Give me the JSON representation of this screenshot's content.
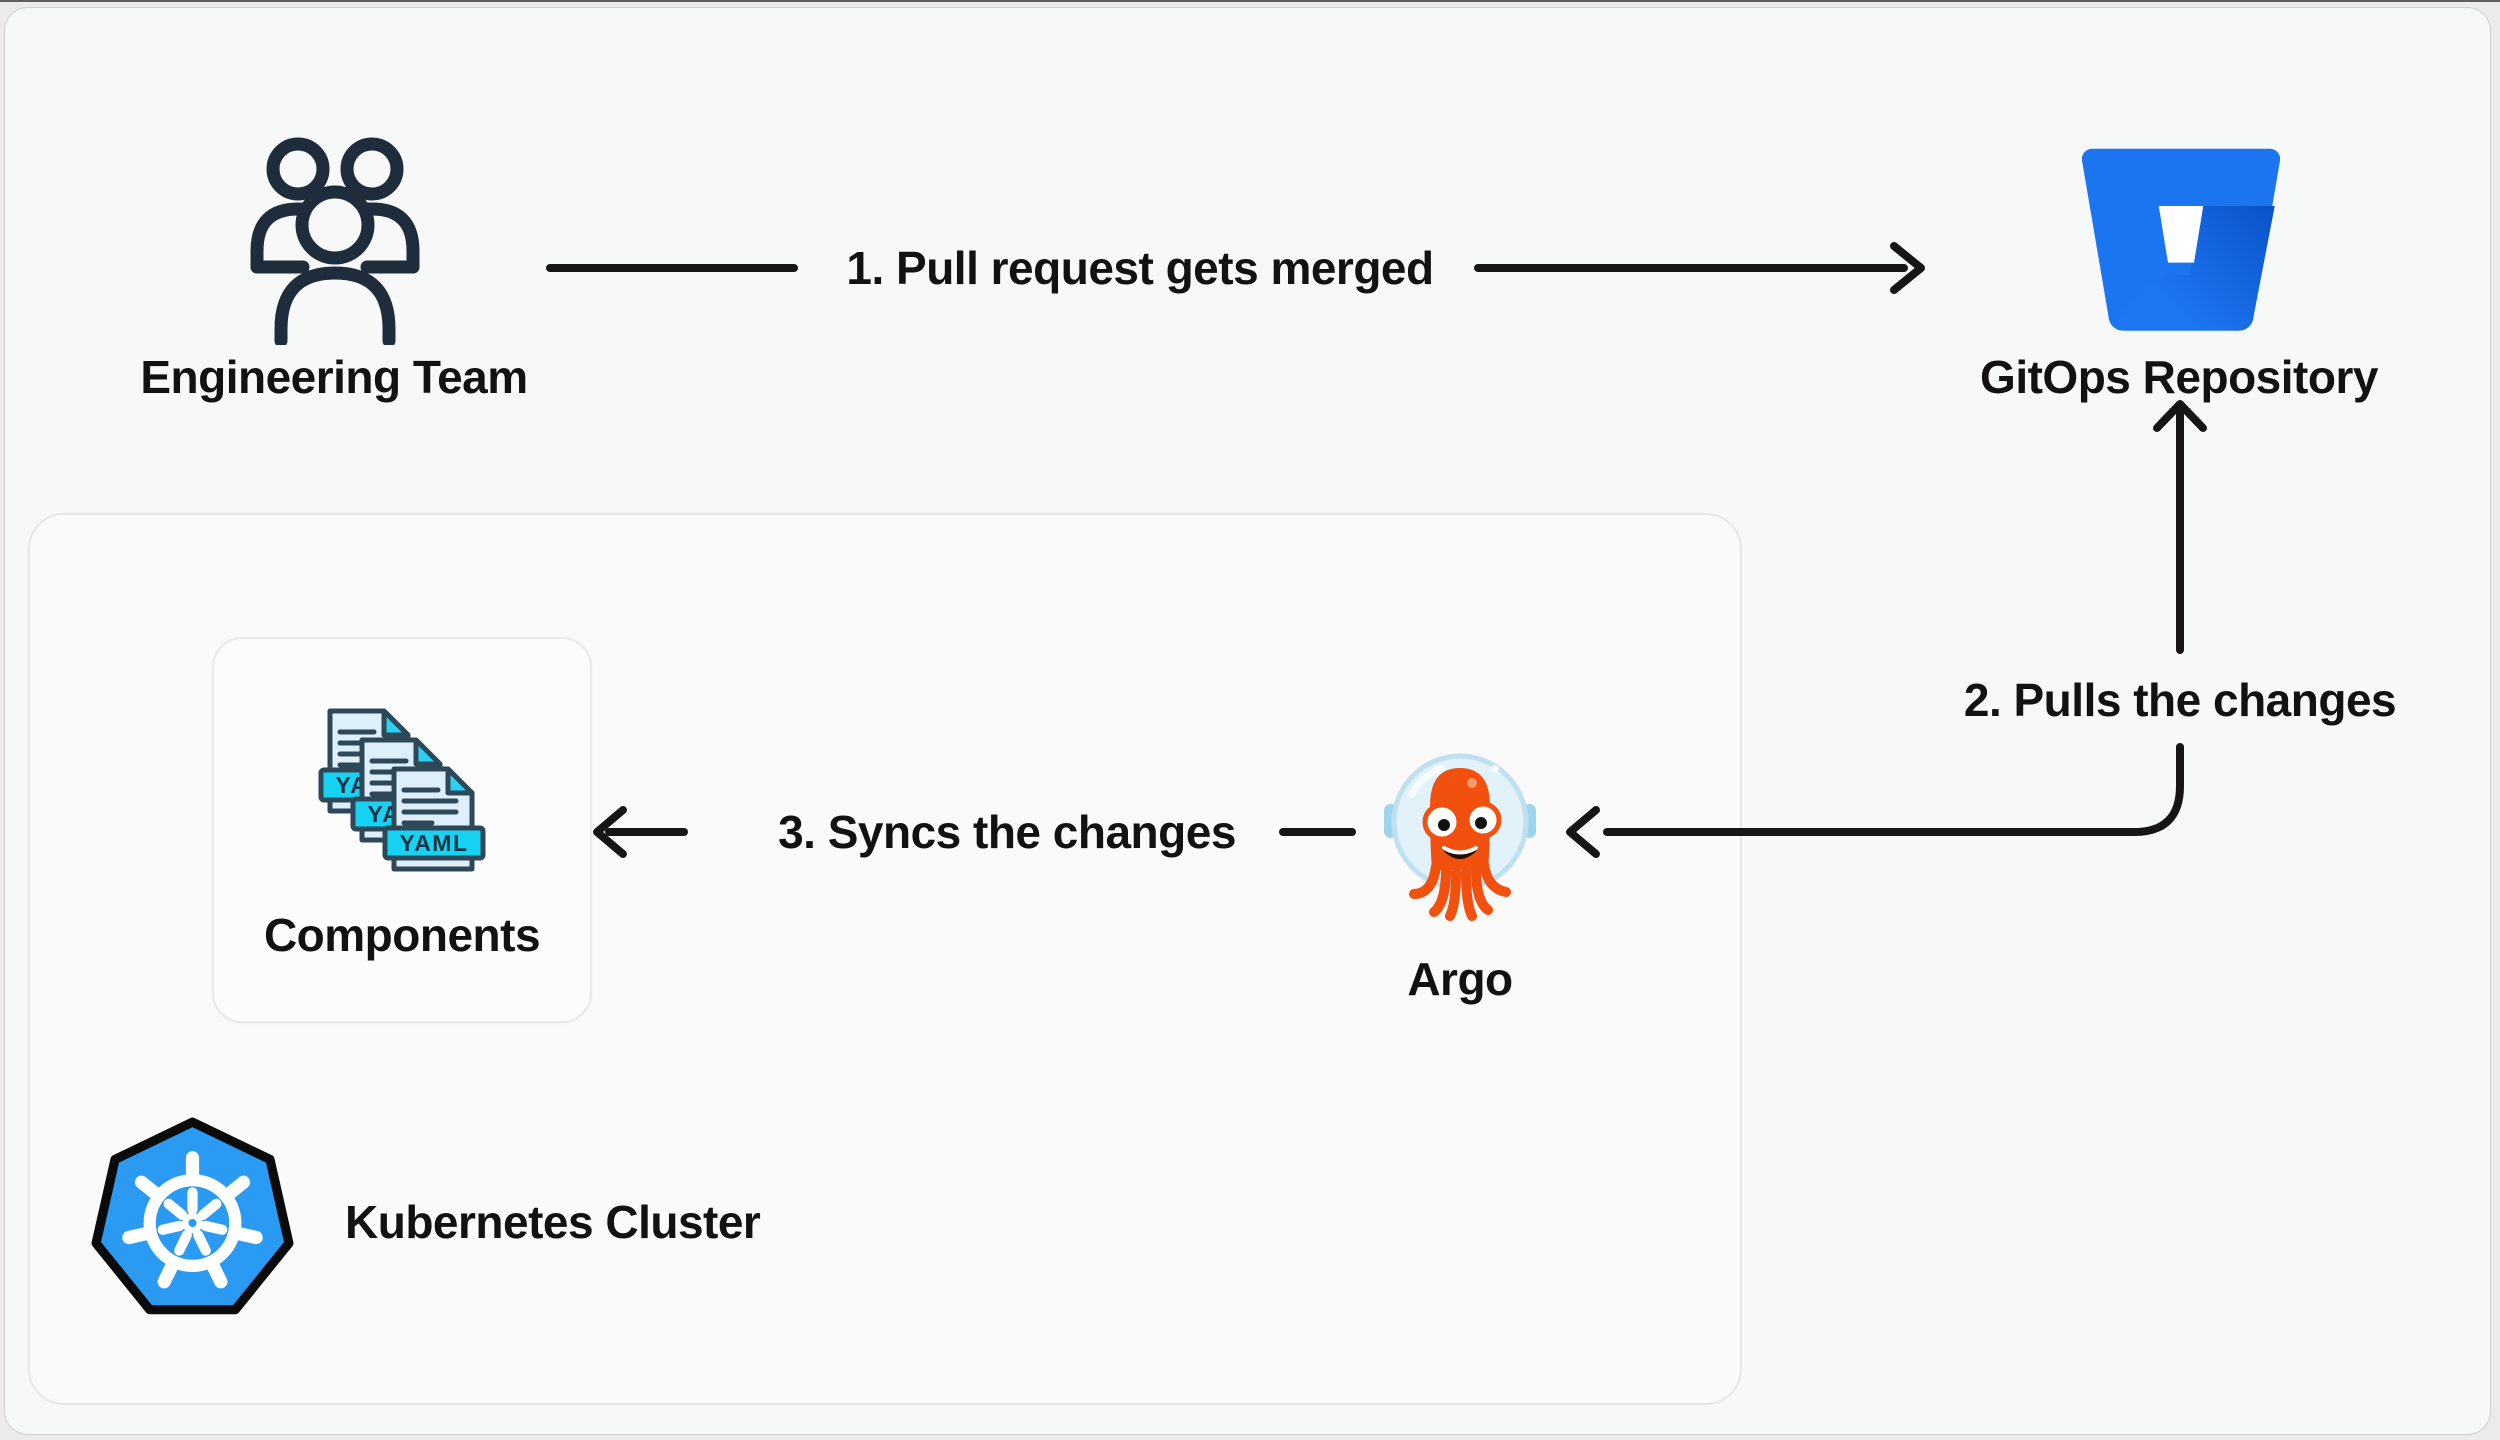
{
  "diagram": {
    "nodes": {
      "engineering_team": {
        "label": "Engineering Team",
        "icon": "team-icon"
      },
      "gitops_repository": {
        "label": "GitOps Repository",
        "icon": "bitbucket-icon"
      },
      "argo": {
        "label": "Argo",
        "icon": "argo-octopus-icon"
      },
      "components": {
        "label": "Components",
        "icon": "yaml-files-icon",
        "badge": "YAML"
      },
      "kubernetes_cluster": {
        "label": "Kubernetes Cluster",
        "icon": "kubernetes-icon"
      }
    },
    "edges": [
      {
        "step": "1",
        "label": "1. Pull request gets merged",
        "from": "engineering_team",
        "to": "gitops_repository"
      },
      {
        "step": "2",
        "label": "2. Pulls the changes",
        "from": "gitops_repository",
        "to": "argo"
      },
      {
        "step": "3",
        "label": "3. Syncs the changes",
        "from": "argo",
        "to": "components"
      }
    ],
    "colors": {
      "bitbucket_blue": "#1B74F0",
      "bitbucket_blue_dark": "#0A50C8",
      "kubernetes_blue": "#2B9AF3",
      "argo_orange": "#F1500E",
      "helmet_blue": "#E2F2FA",
      "yaml_cyan": "#17D2F3",
      "document_blue": "#DCEFFA",
      "outline_navy": "#2F4858",
      "people_navy": "#1F2C3C",
      "arrow_black": "#161616",
      "text_black": "#121212",
      "panel_background": "#F7F8F8"
    }
  }
}
